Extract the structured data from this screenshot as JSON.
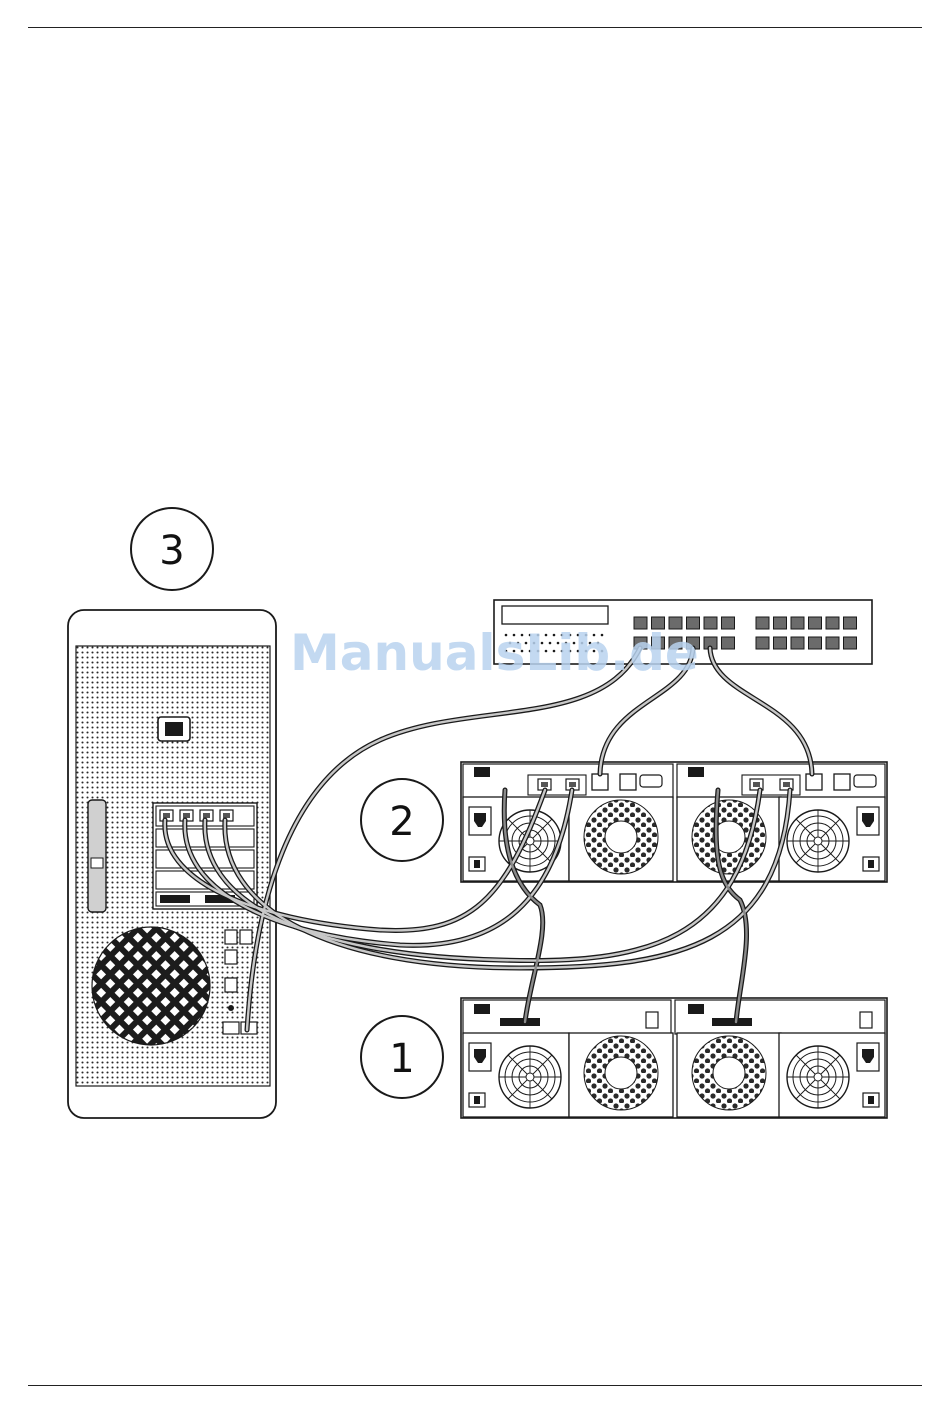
{
  "callouts": {
    "computer": "3",
    "controller_enclosure": "2",
    "expansion_enclosure": "1"
  },
  "watermark": "ManualsLib.de",
  "colors": {
    "line": "#1a1a1a",
    "panel_fill": "#ffffff",
    "perforation": "#cfcfcf",
    "cable": "#8a8a8a",
    "watermark": "#b9d3ef"
  }
}
